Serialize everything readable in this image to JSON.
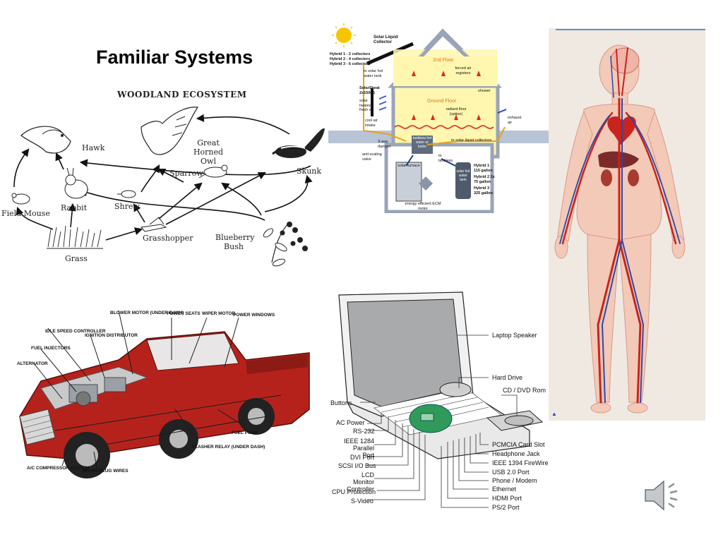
{
  "slide": {
    "title": "Familiar Systems"
  },
  "ecosystem": {
    "title": "WOODLAND ECOSYSTEM",
    "labels": {
      "hawk": "Hawk",
      "owl": "Great Horned Owl",
      "owl_line1": "Great Horned",
      "owl_line2": "Owl",
      "sparrow": "Sparrow",
      "skunk": "Skunk",
      "shrew": "Shrew",
      "rabbit": "Rabbit",
      "field_mouse": "Field Mouse",
      "grasshopper": "Grasshopper",
      "blueberry_line1": "Blueberry",
      "blueberry_line2": "Bush",
      "grass": "Grass"
    }
  },
  "house": {
    "solar_collector": "Solar Liquid Collector",
    "hybrid1": "Hybrid 1 - 2 collectors",
    "hybrid2": "Hybrid 2 - 4 collectors",
    "hybrid3": "Hybrid 3 - 6 collectors",
    "to_tank": "to solar hot water tank",
    "second_floor": "2nd Floor",
    "forced_air": "forced air registers",
    "ground_floor": "Ground Floor",
    "shower": "shower",
    "radiant": "radiant floor (option)",
    "exhaust": "exhaust air",
    "solarsheat": "SolarSheat 2x1500S",
    "solar_heated": "solar heated fresh air",
    "cool_air": "cool air intake",
    "damper": "3-way damper",
    "anti_scaling": "anti-scaling valve",
    "tankless_box": "tankless hot water or boiler",
    "to_tankless": "to tankless",
    "to_solar": "to solar liquid collectors",
    "furnace": "solar furnace",
    "hot_tank": "solar hot water tank",
    "motor": "energy efficient ECM motor",
    "tank_h1": "Hybrid 1 115 gallon",
    "tank_h2": "Hybrid 2 2x 75 gallon",
    "tank_h3": "Hybrid 3 325 gallon"
  },
  "truck": {
    "labels": [
      "BLOWER MOTOR (UNDER DASH)",
      "POWER SEATS",
      "WIPER MOTOR",
      "POWER WINDOWS",
      "IDLE SPEED CONTROLLER",
      "IGNITION DISTRIBUTOR",
      "FUEL INJECTORS",
      "ALTERNATOR",
      "FUEL PUMP",
      "FLASHER RELAY (UNDER DASH)",
      "A/C COMPRESSOR CLUTCH",
      "SPARK-PLUG WIRES"
    ]
  },
  "laptop": {
    "right": [
      "Laptop Speaker",
      "Hard Drive",
      "CD / DVD Rom",
      "PCMCIA Card Slot",
      "Headphone Jack",
      "IEEE 1394 FireWire",
      "USB 2.0 Port",
      "Phone / Modem",
      "Ethernet",
      "HDMI Port",
      "PS/2 Port"
    ],
    "left": [
      "Buttons",
      "AC Power",
      "RS-232",
      "IEEE 1284 Parallel Port",
      "DVI Port",
      "SCSI I/O Bus",
      "LCD Monitor Controller",
      "CPU Protection",
      "S-Video"
    ]
  },
  "icons": {
    "speaker": "speaker-icon"
  },
  "colors": {
    "artery": "#c9231d",
    "vein": "#2a49a8",
    "truck_red": "#b5221c",
    "house_yellow": "#fff7b0"
  }
}
